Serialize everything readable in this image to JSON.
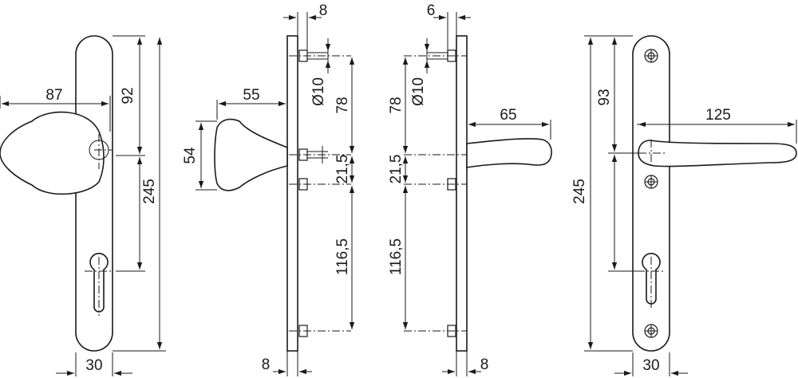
{
  "colors": {
    "line": "#1a1a1a",
    "background": "#ffffff"
  },
  "dimensions": {
    "v1_knob_reach": "87",
    "v1_top_to_center": "92",
    "v1_total_length": "245",
    "v1_width": "30",
    "v2_knob_depth": "55",
    "v2_knob_height": "54",
    "v2_top_gap": "8",
    "v2_bolt_dia": "Ø10",
    "v2_dist_78": "78",
    "v2_dist_21_5": "21,5",
    "v2_dist_116_5": "116,5",
    "v2_plate_thickness": "8",
    "v3_top_gap": "6",
    "v3_dist_78": "78",
    "v3_bolt_dia": "Ø10",
    "v3_lever_depth": "65",
    "v3_dist_21_5": "21,5",
    "v3_dist_116_5": "116,5",
    "v3_plate_thickness": "8",
    "v4_total_length": "245",
    "v4_top_to_center": "93",
    "v4_lever_reach": "125",
    "v4_width": "30"
  }
}
